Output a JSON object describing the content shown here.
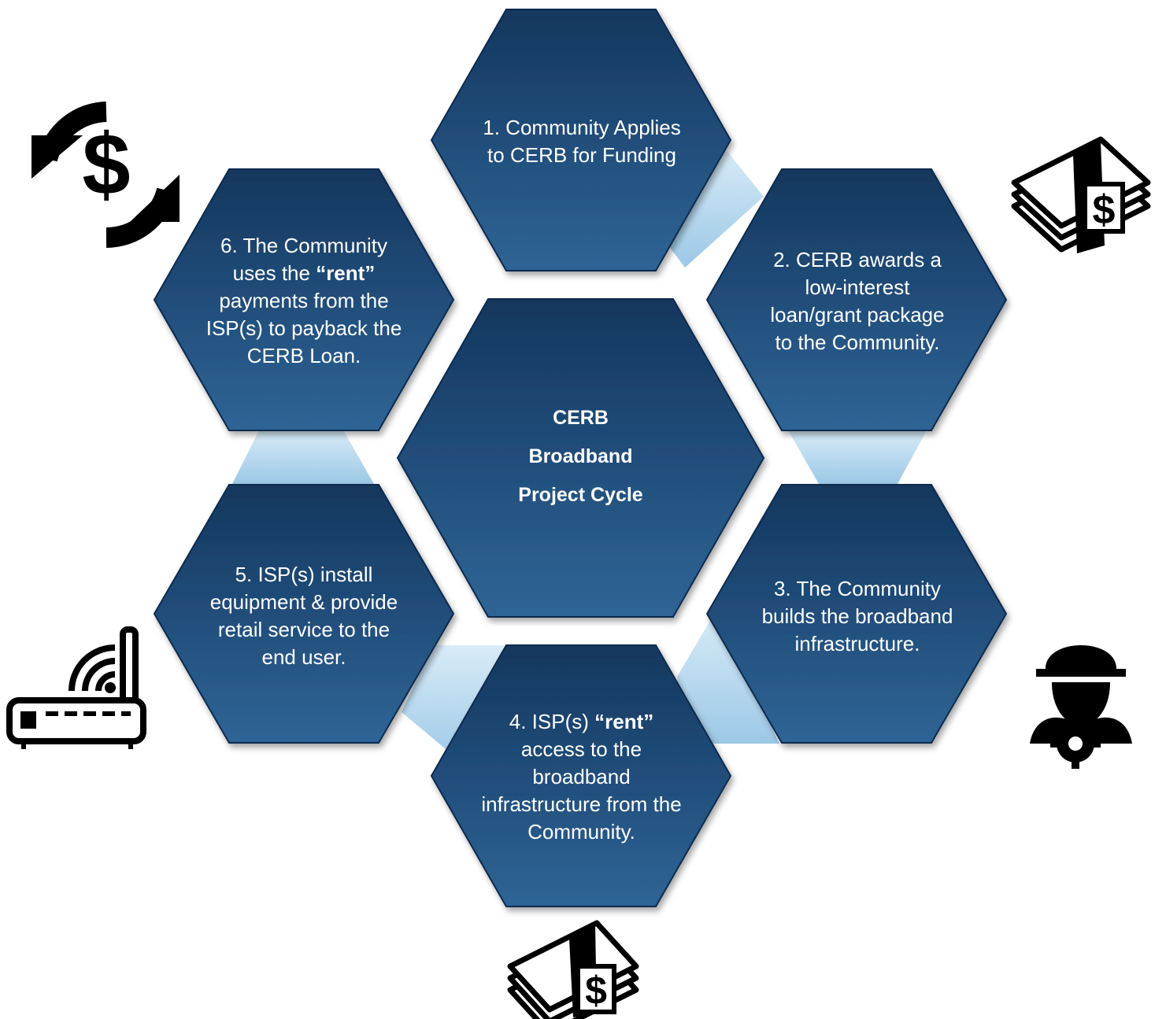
{
  "diagram": {
    "center": {
      "line1": "CERB",
      "line2": "Broadband",
      "line3": "Project Cycle"
    },
    "steps": [
      {
        "id": 1,
        "text_before": "1. Community Applies to CERB for Funding",
        "bold": "",
        "text_after": ""
      },
      {
        "id": 2,
        "text_before": "2. CERB awards a low-interest loan/grant package to the Community.",
        "bold": "",
        "text_after": ""
      },
      {
        "id": 3,
        "text_before": "3. The Community builds the broadband infrastructure.",
        "bold": "",
        "text_after": ""
      },
      {
        "id": 4,
        "text_before": "4. ISP(s) ",
        "bold": "“rent”",
        "text_after": " access to the broadband infrastructure from the Community."
      },
      {
        "id": 5,
        "text_before": "5. ISP(s) install equipment & provide retail service to the end user.",
        "bold": "",
        "text_after": ""
      },
      {
        "id": 6,
        "text_before": "6. The Community uses the ",
        "bold": "“rent”",
        "text_after": " payments from the ISP(s) to payback the CERB Loan."
      }
    ],
    "icons": [
      "recurring-payment-icon",
      "money-stack-icon",
      "worker-gear-icon",
      "money-stack-icon",
      "wifi-router-icon"
    ],
    "colors": {
      "hex_top": "#13375e",
      "hex_bottom": "#2f6496",
      "hex_edge": "#0e2c4d",
      "connector_top": "#d9ecf8",
      "connector_bottom": "#9cc8e6",
      "icon": "#000000"
    }
  }
}
